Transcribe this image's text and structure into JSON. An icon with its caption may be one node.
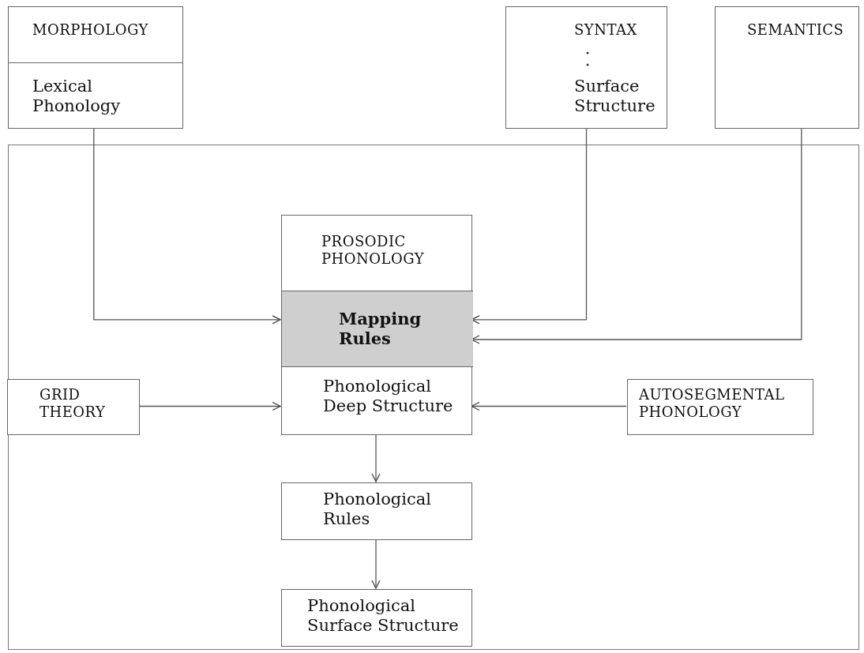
{
  "diagram": {
    "nodes": [
      {
        "text": [
          "MORPHOLOGY",
          "Lexical Phonology"
        ]
      },
      {
        "text": [
          "SYNTAX",
          "Surface Structure"
        ]
      },
      {
        "text": [
          "SEMANTICS"
        ]
      },
      {
        "text": [],
        "shape": "box"
      },
      {
        "text": [
          "PROSODIC PHONOLOGY"
        ],
        "in": 3
      },
      {
        "text": [
          "Mapping Rules"
        ],
        "in": 4
      },
      {
        "text": [
          "Phonological Deep Structure"
        ],
        "in": 4
      },
      {
        "text": [
          "GRID THEORY"
        ],
        "in": 3
      },
      {
        "text": [
          "AUTOSEGMENTAL PHONOLOGY"
        ],
        "in": 3
      },
      {
        "text": [
          "Phonological Rules"
        ],
        "in": 3
      },
      {
        "text": [
          "Phonological Surface Structure"
        ],
        "in": 3
      }
    ],
    "edges": [
      {
        "from": 0,
        "to": 5,
        "arrow": "to"
      },
      {
        "from": 1,
        "to": 5,
        "arrow": "to"
      },
      {
        "from": 2,
        "to": 5,
        "arrow": "to"
      },
      {
        "from": 7,
        "to": 6,
        "arrow": "to"
      },
      {
        "from": 8,
        "to": 6,
        "arrow": "to"
      },
      {
        "from": 6,
        "to": 9,
        "arrow": "to"
      },
      {
        "from": 9,
        "to": 10,
        "arrow": "to"
      }
    ]
  }
}
